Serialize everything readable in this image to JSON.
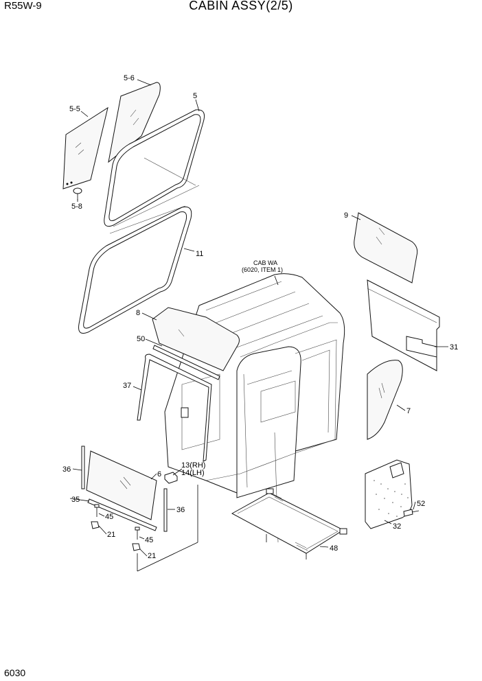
{
  "header": {
    "model": "R55W-9",
    "title": "CABIN ASSY(2/5)"
  },
  "footer": {
    "page_number": "6030"
  },
  "reference_note": {
    "line1": "CAB WA",
    "line2": "(6020, ITEM 1)"
  },
  "labels": {
    "p5_6": "5-6",
    "p5": "5",
    "p5_5": "5-5",
    "p5_8": "5-8",
    "p11": "11",
    "p9": "9",
    "p8": "8",
    "p50": "50",
    "p31": "31",
    "p37": "37",
    "p7": "7",
    "p36a": "36",
    "p6": "6",
    "p13": "13(RH)",
    "p14": "14(LH)",
    "p35": "35",
    "p36b": "36",
    "p45a": "45",
    "p21a": "21",
    "p45b": "45",
    "p21b": "21",
    "p52": "52",
    "p32": "32",
    "p48": "48"
  }
}
